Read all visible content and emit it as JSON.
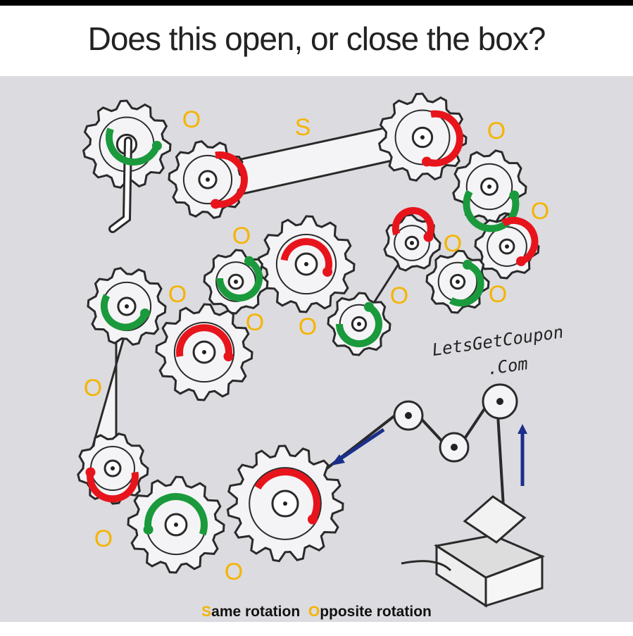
{
  "title": "Does this open, or close the box?",
  "watermark": {
    "line1": "LetsGetCoupon",
    "line2": ".Com"
  },
  "legend": {
    "same_initial": "S",
    "same_rest": "ame rotation",
    "opposite_initial": "O",
    "opposite_rest": "pposite rotation"
  },
  "annotations": [
    "O",
    "S",
    "O",
    "O",
    "O",
    "O",
    "O",
    "O",
    "O",
    "O",
    "O",
    "O",
    "O",
    "O"
  ],
  "colors": {
    "clockwise_arrow": "#e8141c",
    "counter_arrow": "#1a9a3c",
    "label": "#f5b400",
    "belt_arrow": "#1a2f8a",
    "gear_fill": "#f4f4f6",
    "gear_stroke": "#2a2a2a"
  }
}
